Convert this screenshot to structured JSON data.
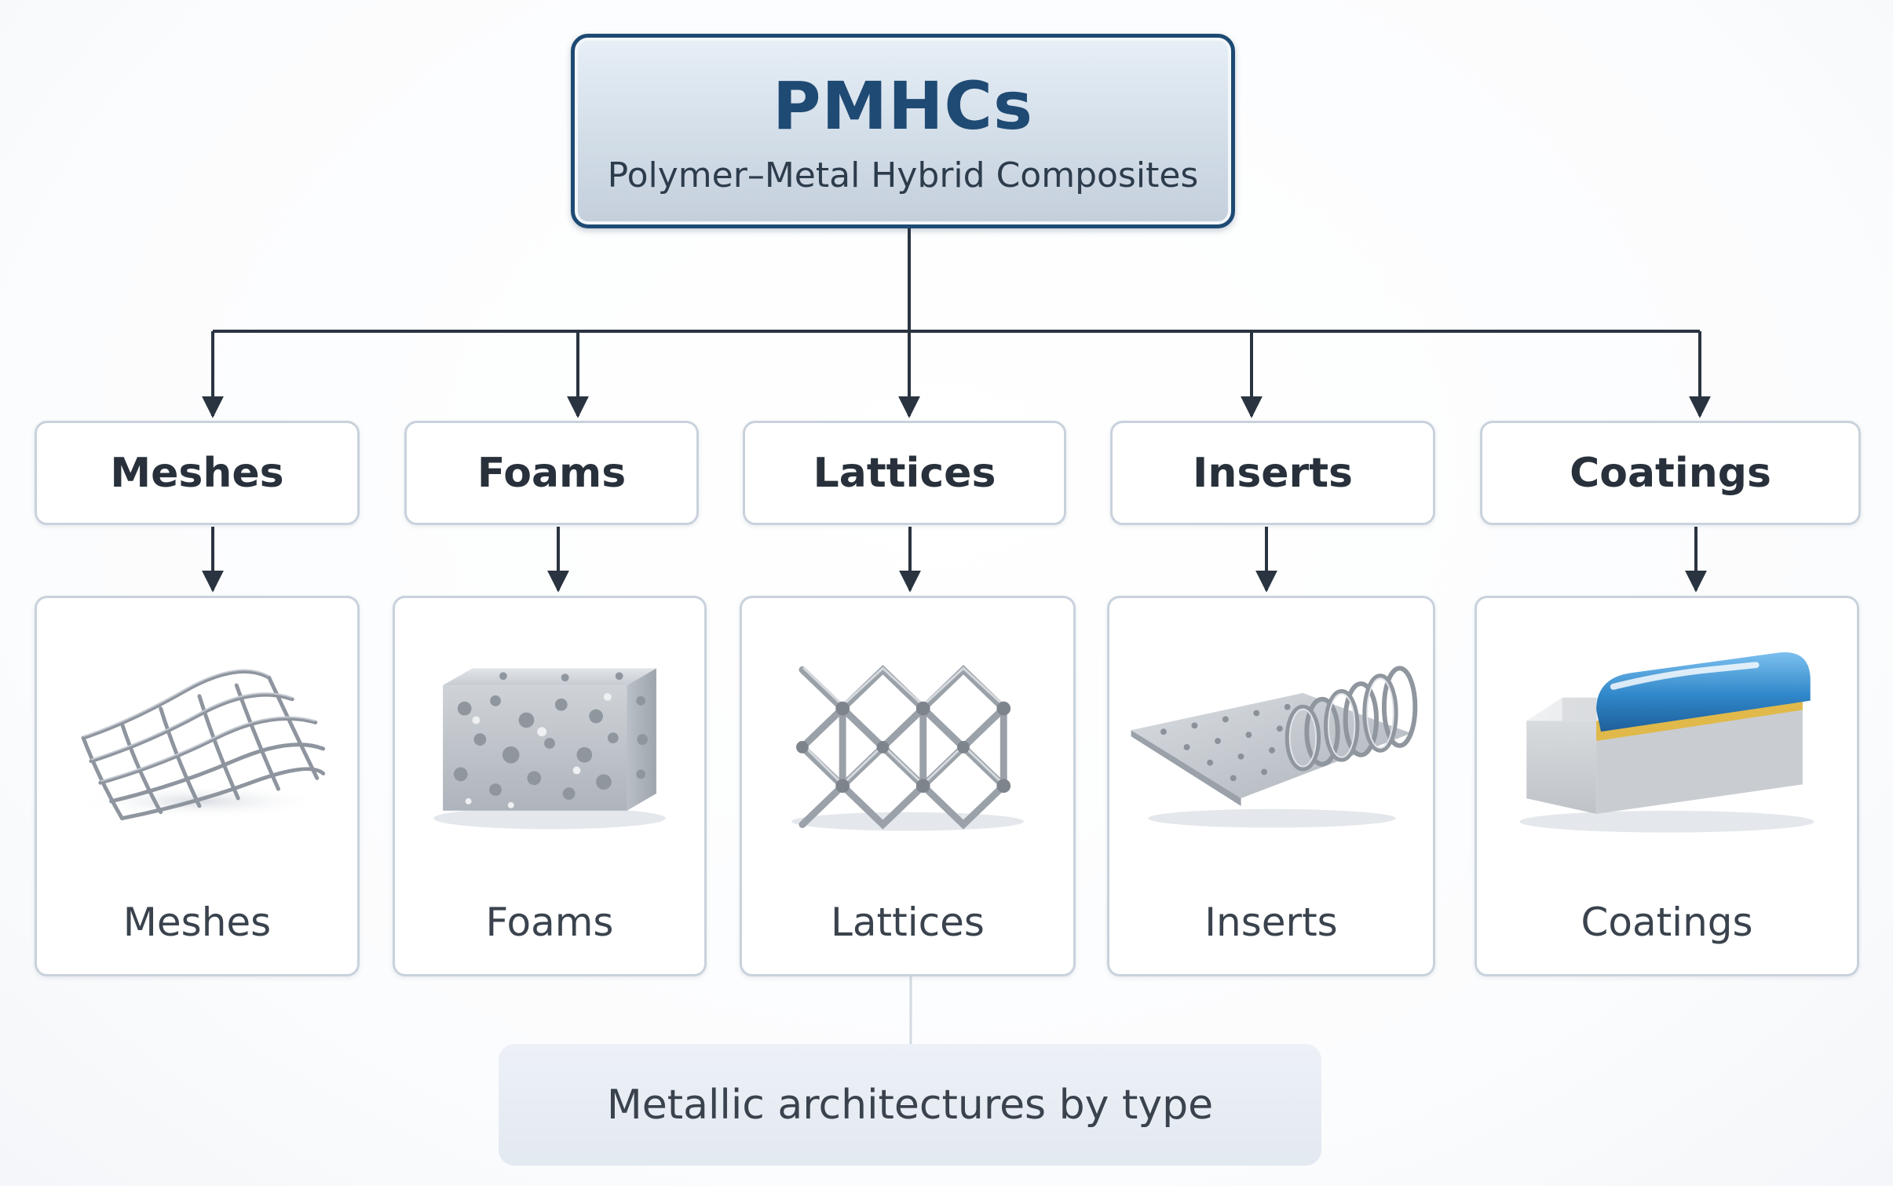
{
  "root": {
    "title": "PMHCs",
    "subtitle": "Polymer–Metal Hybrid Composites"
  },
  "categories": [
    {
      "label": "Meshes",
      "icon": "wire-mesh-icon"
    },
    {
      "label": "Foams",
      "icon": "metal-foam-icon"
    },
    {
      "label": "Lattices",
      "icon": "lattice-structure-icon"
    },
    {
      "label": "Inserts",
      "icon": "spring-insert-icon"
    },
    {
      "label": "Coatings",
      "icon": "coated-block-icon"
    }
  ],
  "cards": [
    {
      "label": "Meshes"
    },
    {
      "label": "Foams"
    },
    {
      "label": "Lattices"
    },
    {
      "label": "Inserts"
    },
    {
      "label": "Coatings"
    }
  ],
  "footer": {
    "label": "Metallic architectures by type"
  },
  "colors": {
    "root_border": "#1d4a73",
    "root_title": "#1f4a73",
    "connector": "#2a3440",
    "box_border": "#c9d2dc",
    "coating_blue": "#2f86c9",
    "coating_gold": "#e0b94a"
  }
}
